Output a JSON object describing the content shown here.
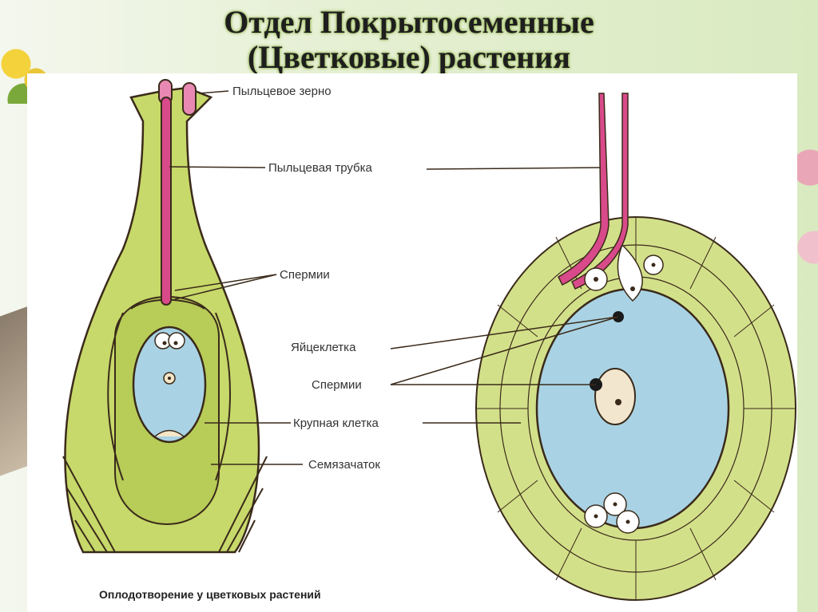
{
  "title": {
    "line1": "Отдел Покрытосеменные",
    "line2": "(Цветковые) растения"
  },
  "labels": {
    "pollen_grain": "Пыльцевое зерно",
    "pollen_tube": "Пыльцевая трубка",
    "sperm_top": "Спермии",
    "egg_cell": "Яйцеклетка",
    "sperm_bottom": "Спермии",
    "central_cell": "Крупная клетка",
    "ovule": "Семязачаток"
  },
  "caption": "Оплодотворение у цветковых растений",
  "colors": {
    "ovary_green": "#c7d96a",
    "sac_blue": "#a9d3e4",
    "tube_pink": "#d94a8a",
    "outline": "#3a2a1a"
  }
}
